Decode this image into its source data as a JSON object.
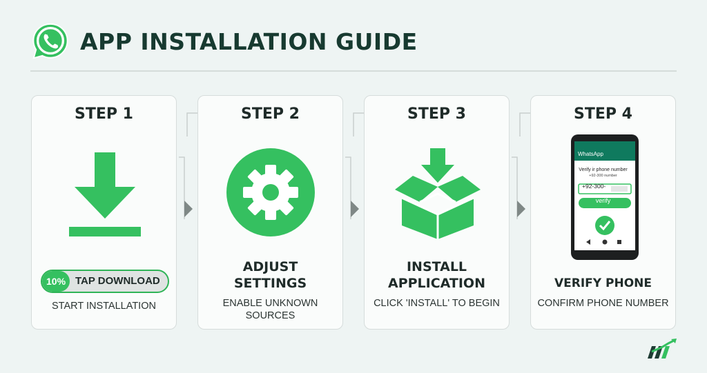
{
  "header": {
    "title": "APP INSTALLATION GUIDE"
  },
  "colors": {
    "accent": "#35c060",
    "title": "#173a30",
    "card_bg": "#fafcfb",
    "page_bg": "#eef4f3"
  },
  "steps": [
    {
      "title": "STEP 1",
      "icon": "download-icon",
      "progress": {
        "percent_label": "10%",
        "value": 0.1,
        "label": "TAP DOWNLOAD"
      },
      "subtitle": "START INSTALLATION"
    },
    {
      "title": "STEP 2",
      "icon": "gear-icon",
      "heading": [
        "ADJUST",
        "SETTINGS"
      ],
      "subtitle": [
        "ENABLE UNKNOWN",
        "SOURCES"
      ]
    },
    {
      "title": "STEP 3",
      "icon": "open-box-icon",
      "heading": [
        "INSTALL",
        "APPLICATION"
      ],
      "subtitle": "CLICK 'INSTALL' TO BEGIN"
    },
    {
      "title": "STEP 4",
      "icon": "smartphone-icon",
      "phone": {
        "app_name": "WhatsApp",
        "heading": "Verify ir phone number",
        "hint": "+92-300 number",
        "input_value": "+92-300-",
        "button": "verify"
      },
      "heading": "VERIFY PHONE",
      "subtitle": "CONFIRM PHONE NUMBER"
    }
  ]
}
